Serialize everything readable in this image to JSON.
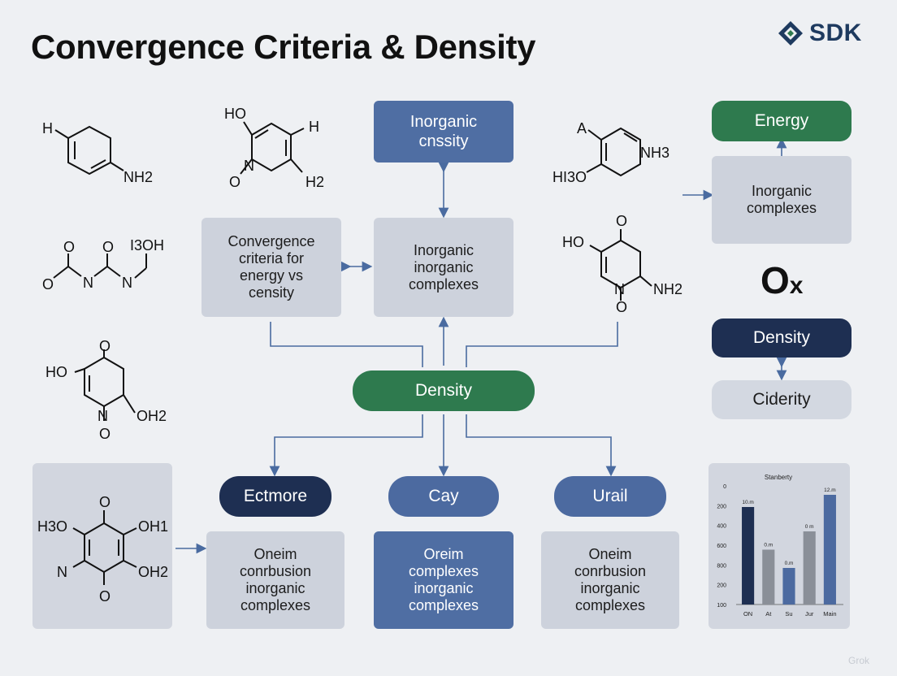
{
  "title": "Convergence Criteria & Density",
  "brand": "SDK",
  "nodes": {
    "top_center": "Inorganic\ncnssity",
    "mid_left": "Convergence\ncriteria for\nenergy vs\ncensity",
    "mid_center": "Inorganic\ninorganic\ncomplexes",
    "hub": "Density",
    "right_energy": "Energy",
    "right_complexes": "Inorganic\ncomplexes",
    "right_density": "Density",
    "right_ciderity": "Ciderity",
    "ox_symbol": "O",
    "ox_sub": "x",
    "bottom_pills": [
      "Ectmore",
      "Cay",
      "Urail"
    ],
    "bottom_boxes": [
      "Oneim\nconrbusion\ninorganic\ncomplexes",
      "Oreim\ncomplexes\ninorganic\ncomplexes",
      "Oneim\nconrbusion\ninorganic\ncomplexes"
    ]
  },
  "molecules": {
    "m1": {
      "h": "H",
      "nh2": "NH2"
    },
    "m2": {
      "ho": "HO",
      "h": "H",
      "o": "O",
      "n": "N",
      "h2": "H2"
    },
    "m3": {
      "o1": "O",
      "o2": "O",
      "o3": "O",
      "n1": "N",
      "n2": "N",
      "ioh": "I3OH"
    },
    "m4": {
      "o": "O",
      "ho": "HO",
      "n": "N",
      "oh2": "OH2",
      "o_bot": "O"
    },
    "m5": {
      "h3o": "H3O",
      "oh1": "OH1",
      "n": "N",
      "oh2": "OH2",
      "o_top": "O",
      "o_bot": "O"
    },
    "m6": {
      "a": "A",
      "nh3": "NH3",
      "hio": "HI3O"
    },
    "m7": {
      "o": "O",
      "ho": "HO",
      "n": "N",
      "nh2": "NH2",
      "o_bot": "O"
    }
  },
  "chart_data": {
    "type": "bar",
    "title": "Stanberty",
    "categories": [
      "ON",
      "At",
      "Su",
      "Jur",
      "Main"
    ],
    "values": [
      800,
      450,
      300,
      600,
      900
    ],
    "data_labels": [
      "10.m",
      "0.m",
      "0.m",
      "0 m",
      "12.m"
    ],
    "yticks": [
      "0",
      "200",
      "400",
      "600",
      "800",
      "200",
      "100"
    ],
    "colors": [
      "#1e2f52",
      "#8a8f98",
      "#4c6aa0",
      "#8a8f98",
      "#4c6aa0"
    ]
  },
  "colors": {
    "green": "#2e7a4e",
    "navy": "#1e2f52",
    "blue": "#4f6ea3",
    "gray": "#cdd2dc",
    "connector": "#4a6ba0"
  },
  "watermark": "Grok"
}
